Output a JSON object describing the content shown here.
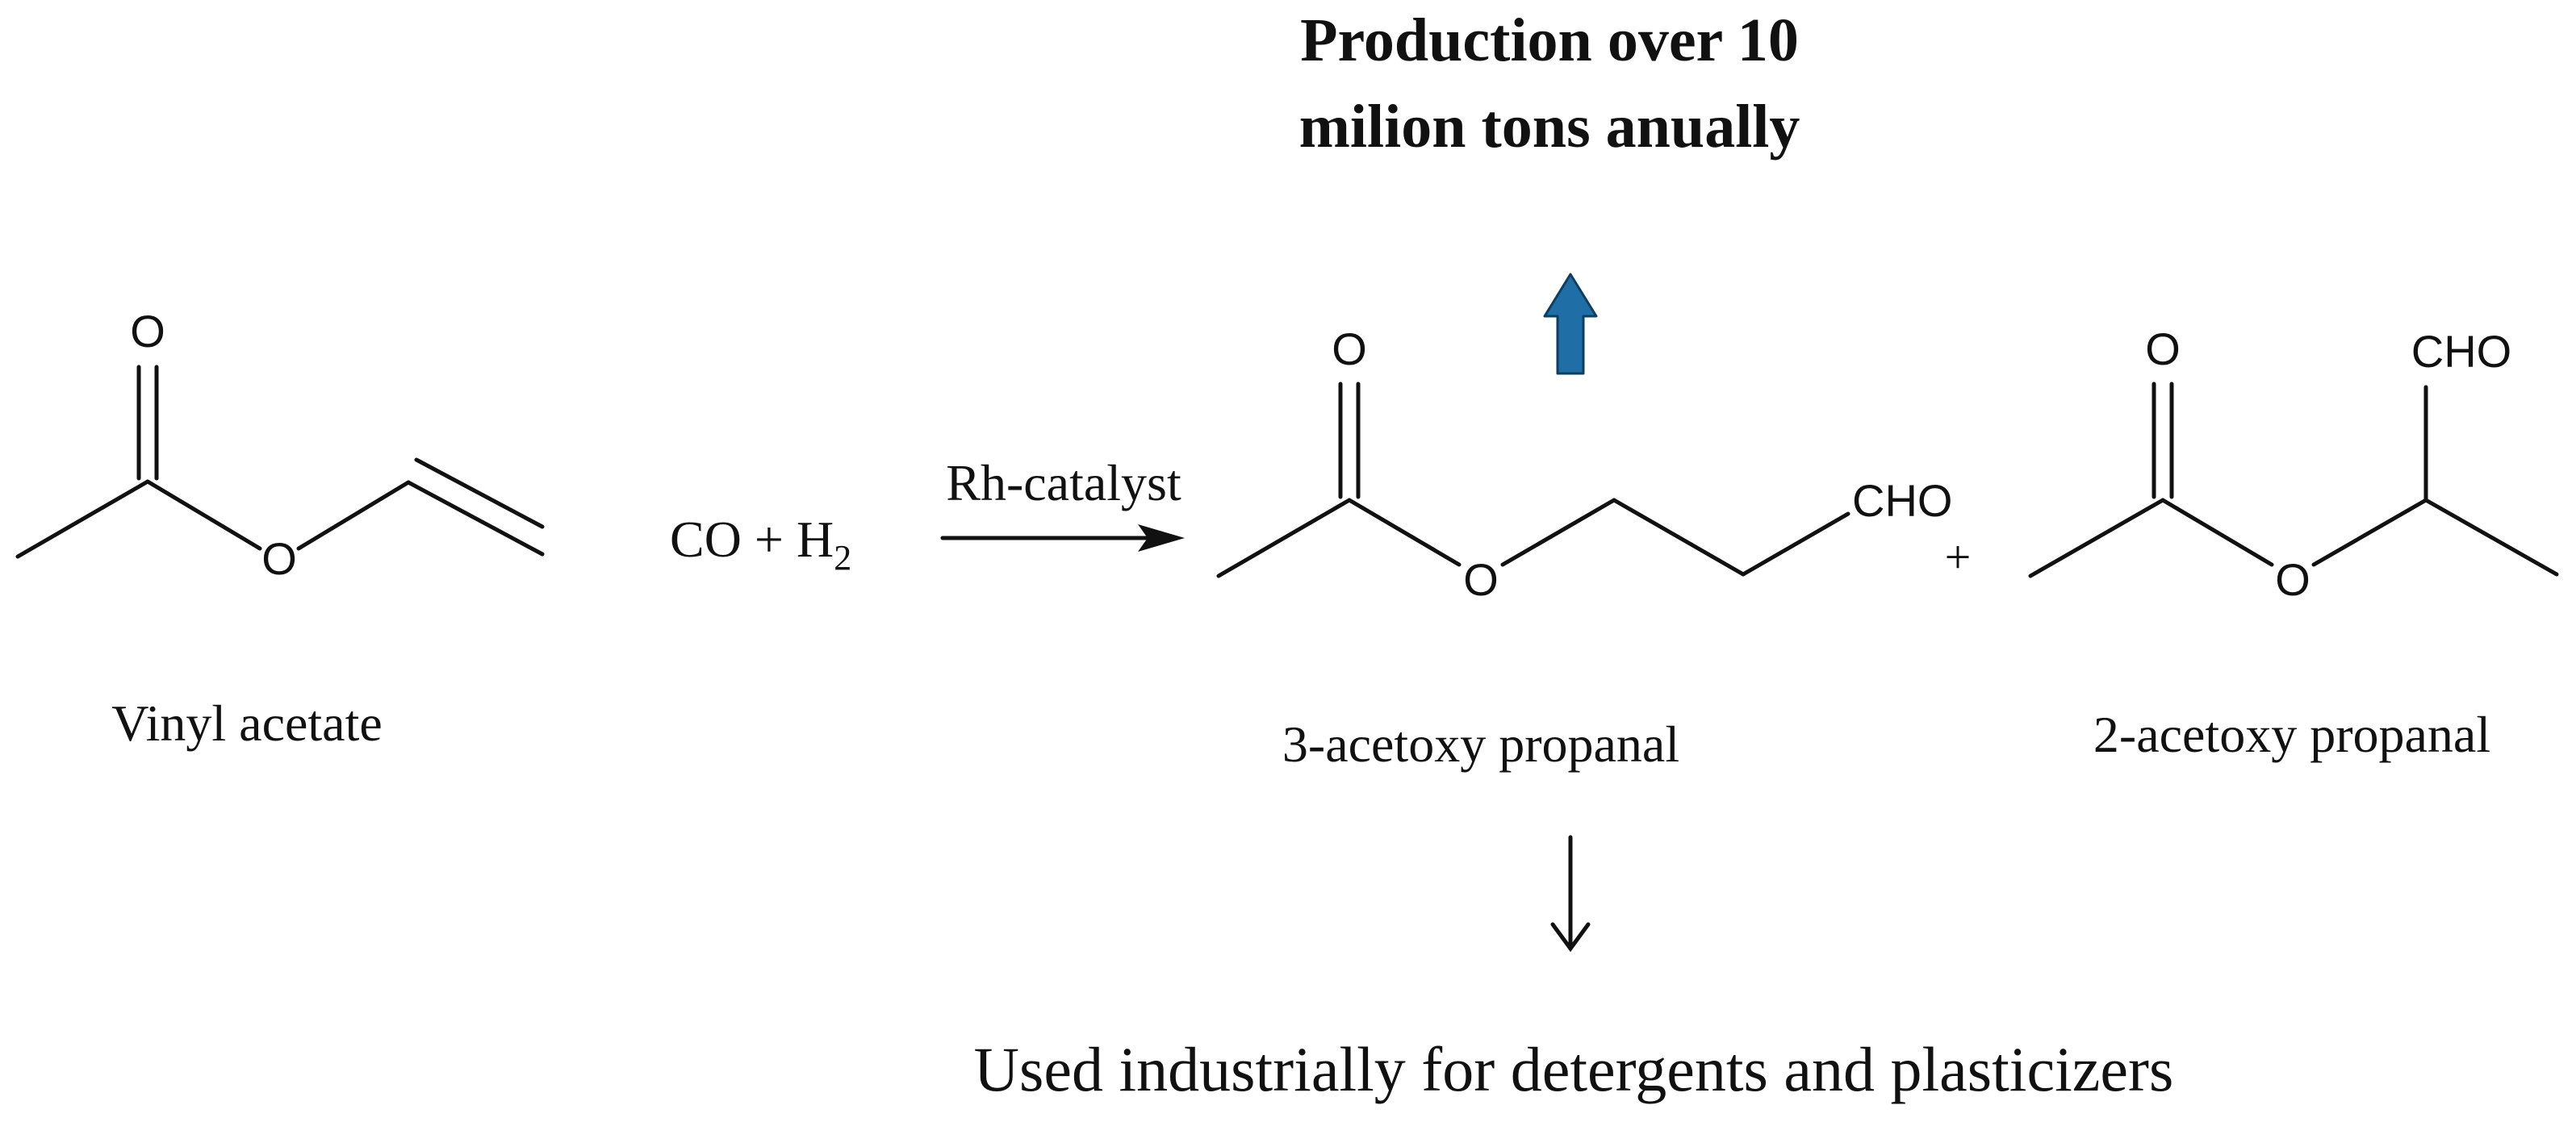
{
  "headline": {
    "line1": "Production over 10",
    "line2": "milion tons anually"
  },
  "reactant": {
    "name": "Vinyl acetate",
    "atom_carbonyl_o": "O",
    "atom_ester_o": "O"
  },
  "co_reagent": {
    "co_plus": "CO + H",
    "h2_subscript": "2"
  },
  "reaction_arrow": {
    "catalyst_label": "Rh-catalyst"
  },
  "plus_sign": "+",
  "product_linear": {
    "name": "3-acetoxy propanal",
    "atom_carbonyl_o": "O",
    "atom_ester_o": "O",
    "aldehyde_group": "CHO"
  },
  "product_branched": {
    "name": "2-acetoxy propanal",
    "atom_carbonyl_o": "O",
    "atom_ester_o": "O",
    "aldehyde_group": "CHO"
  },
  "application": {
    "text": "Used industrially for detergents and plasticizers"
  },
  "colors": {
    "highlight_arrow": "#1f6ea6",
    "highlight_arrow_dark": "#0d3f63",
    "ink": "#111111"
  }
}
